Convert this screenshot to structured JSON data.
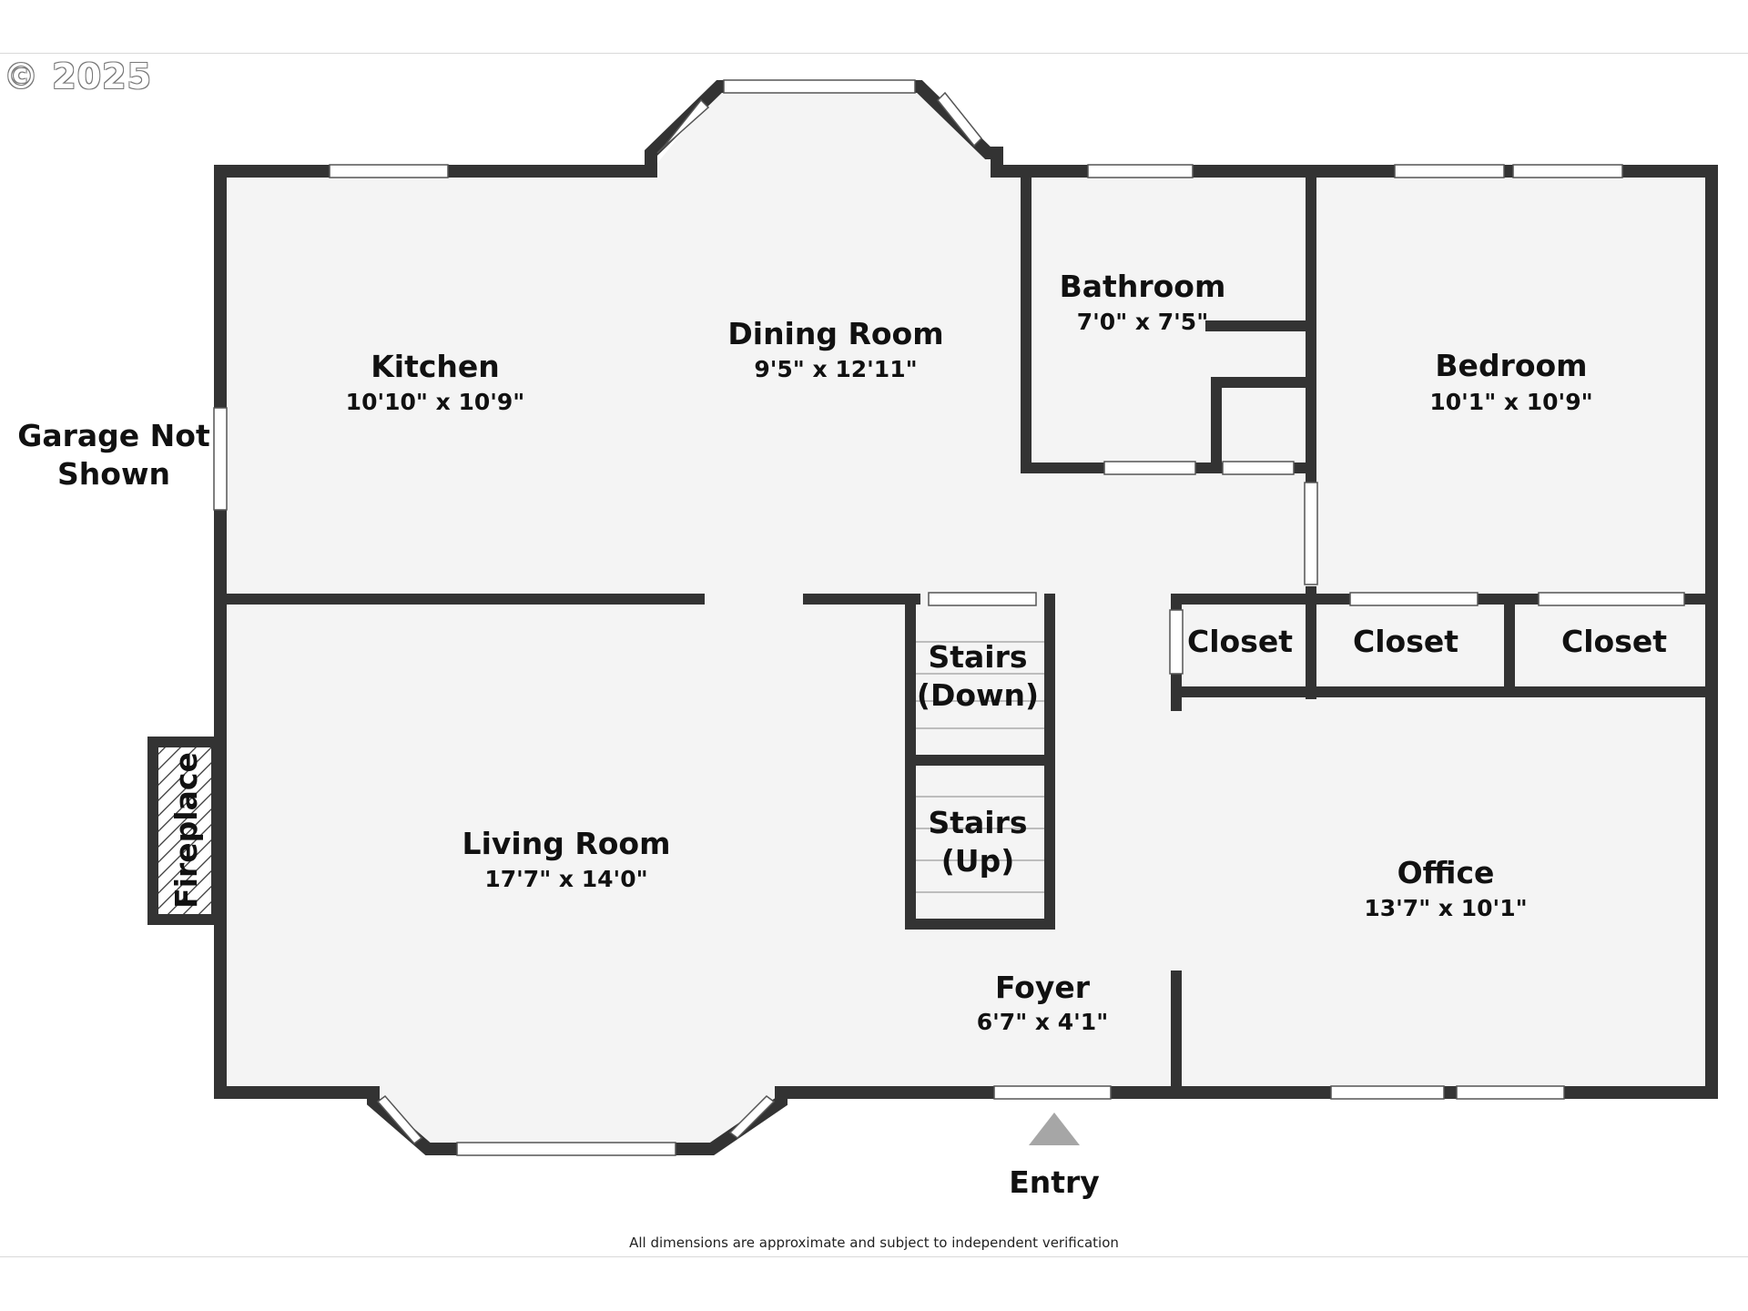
{
  "watermark": "© 2025",
  "footer_note": "All dimensions are approximate and subject to independent verification",
  "side_note": {
    "line1": "Garage Not",
    "line2": "Shown"
  },
  "entry_label": "Entry",
  "fireplace_label": "Fireplace",
  "rooms": {
    "kitchen": {
      "name": "Kitchen",
      "dims": "10'10\" x 10'9\""
    },
    "dining": {
      "name": "Dining Room",
      "dims": "9'5\" x 12'11\""
    },
    "bathroom": {
      "name": "Bathroom",
      "dims": "7'0\" x 7'5\""
    },
    "bedroom": {
      "name": "Bedroom",
      "dims": "10'1\" x 10'9\""
    },
    "living": {
      "name": "Living Room",
      "dims": "17'7\" x 14'0\""
    },
    "office": {
      "name": "Office",
      "dims": "13'7\" x 10'1\""
    },
    "foyer": {
      "name": "Foyer",
      "dims": "6'7\" x 4'1\""
    }
  },
  "closets": [
    "Closet",
    "Closet",
    "Closet"
  ],
  "stairs": {
    "down": {
      "line1": "Stairs",
      "line2": "(Down)"
    },
    "up": {
      "line1": "Stairs",
      "line2": "(Up)"
    }
  },
  "colors": {
    "wall": "#333333",
    "floor": "#f4f4f4",
    "window": "#ffffff",
    "arrow": "#a6a6a6"
  }
}
